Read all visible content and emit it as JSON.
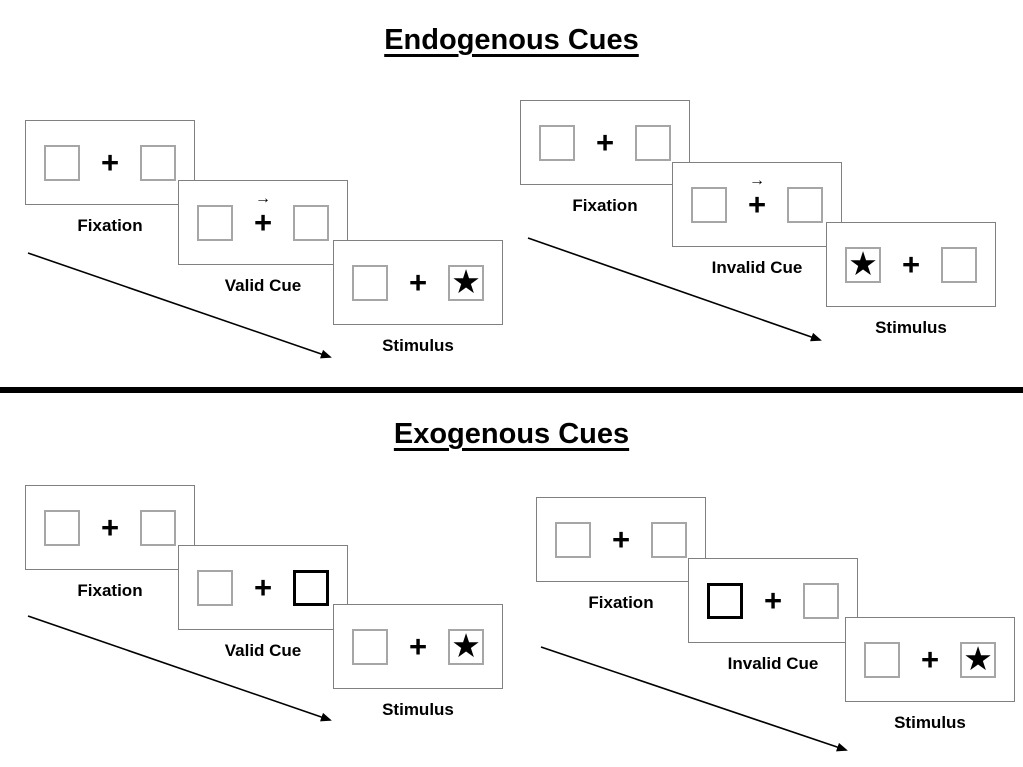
{
  "sections": [
    {
      "title": "Endogenous Cues",
      "sequences": [
        {
          "name": "Valid",
          "panels": [
            {
              "label": "Fixation"
            },
            {
              "label": "Valid Cue"
            },
            {
              "label": "Stimulus"
            }
          ]
        },
        {
          "name": "Invalid",
          "panels": [
            {
              "label": "Fixation"
            },
            {
              "label": "Invalid Cue"
            },
            {
              "label": "Stimulus"
            }
          ]
        }
      ]
    },
    {
      "title": "Exogenous Cues",
      "sequences": [
        {
          "name": "Valid",
          "panels": [
            {
              "label": "Fixation"
            },
            {
              "label": "Valid Cue"
            },
            {
              "label": "Stimulus"
            }
          ]
        },
        {
          "name": "Invalid",
          "panels": [
            {
              "label": "Fixation"
            },
            {
              "label": "Invalid Cue"
            },
            {
              "label": "Stimulus"
            }
          ]
        }
      ]
    }
  ],
  "glyphs": {
    "fixation_cross": "+",
    "star": "★",
    "cue_arrow": "→"
  },
  "colors": {
    "ink": "#000000",
    "box_border": "#a6a6a6",
    "panel_border": "#808080"
  }
}
